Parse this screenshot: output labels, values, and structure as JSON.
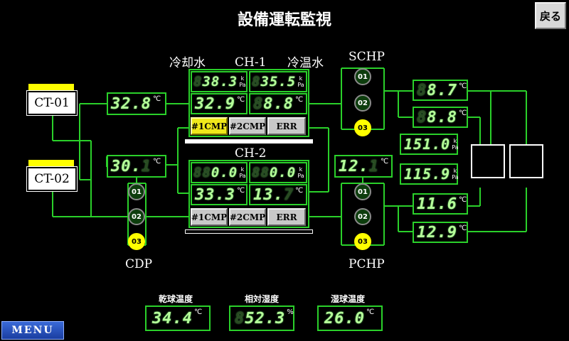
{
  "header": {
    "title": "設備運転監視",
    "back_label": "戻る"
  },
  "menu_label": "MENU",
  "cooling_towers": [
    {
      "label": "CT-01"
    },
    {
      "label": "CT-02"
    }
  ],
  "ct_temps": [
    {
      "value": "32.8",
      "unit": "℃"
    },
    {
      "value": "30.",
      "ghost": "1",
      "unit": "℃"
    }
  ],
  "labels": {
    "cooling_water": "冷却水",
    "chilled_water": "冷温水",
    "ch1": "CH-1",
    "ch2": "CH-2",
    "schp": "SCHP",
    "cdp": "CDP",
    "pchp": "PCHP"
  },
  "ch1": {
    "cw_pressure": {
      "ghost": "8",
      "value": "38.3"
    },
    "chw_pressure": {
      "ghost": "8",
      "value": "35.5"
    },
    "cw_temp": {
      "value": "32.9"
    },
    "chw_temp": {
      "ghost": "8",
      "value": "8.8"
    },
    "buttons": {
      "cmp1": "#1CMP",
      "cmp2": "#2CMP",
      "err": "ERR"
    }
  },
  "ch2": {
    "cw_pressure": {
      "ghost": "88",
      "value": "0.0"
    },
    "chw_pressure": {
      "ghost": "88",
      "value": "0.0"
    },
    "cw_temp": {
      "value": "33.3"
    },
    "chw_temp": {
      "value": "13.",
      "ghost": "7"
    },
    "buttons": {
      "cmp1": "#1CMP",
      "cmp2": "#2CMP",
      "err": "ERR"
    }
  },
  "units": {
    "celsius": "℃",
    "kpa_k": "k",
    "kpa_pa": "Pa",
    "percent": "%"
  },
  "pumps": {
    "cdp": [
      "01",
      "02",
      "03"
    ],
    "schp": [
      "01",
      "02",
      "03"
    ],
    "pchp": [
      "01",
      "02",
      "03"
    ]
  },
  "pchp_temp": {
    "value": "12.",
    "ghost": "1",
    "unit": "℃"
  },
  "header_values": [
    {
      "ghost": "8",
      "value": "8.7",
      "unit": "℃"
    },
    {
      "ghost": "8",
      "value": "8.8",
      "unit": "℃"
    },
    {
      "value": "151.0",
      "unit": "kPa"
    },
    {
      "value": "115.9",
      "unit": "kPa"
    },
    {
      "value": "11.6",
      "unit": "℃"
    },
    {
      "value": "12.9",
      "unit": "℃"
    }
  ],
  "weather": [
    {
      "label": "乾球温度",
      "value": "34.4",
      "unit": "℃"
    },
    {
      "label": "相対湿度",
      "ghost": "8",
      "value": "52.3",
      "unit": "%"
    },
    {
      "label": "湿球温度",
      "value": "26.0",
      "unit": "℃"
    }
  ]
}
